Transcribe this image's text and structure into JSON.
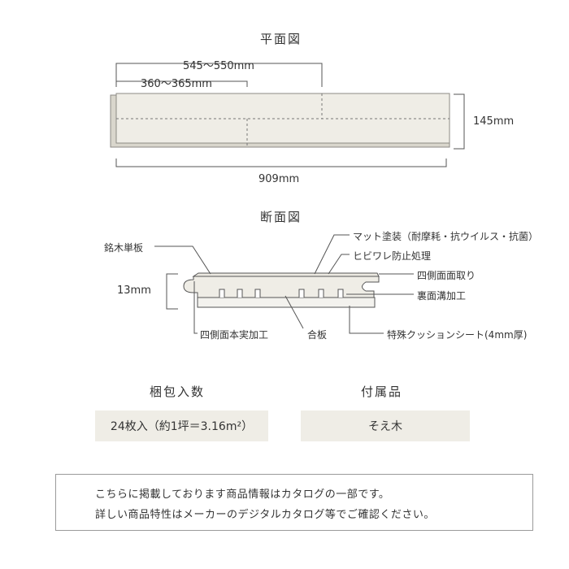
{
  "plan": {
    "title": "平面図",
    "dim_offset": "545〜550mm",
    "dim_short": "360〜365mm",
    "dim_width": "145mm",
    "dim_length": "909mm"
  },
  "section": {
    "title": "断面図",
    "dim_thickness": "13mm",
    "labels": {
      "veneer": "銘木単板",
      "matte": "マット塗装（耐摩耗・抗ウイルス・抗菌）",
      "crack": "ヒビワレ防止処理",
      "chamfer": "四側面面取り",
      "groove": "裏面溝加工",
      "tongue": "四側面本実加工",
      "plywood": "合板",
      "cushion": "特殊クッションシート(4mm厚)"
    }
  },
  "packing": {
    "title": "梱包入数",
    "value": "24枚入（約1坪＝3.16m²）"
  },
  "accessory": {
    "title": "付属品",
    "value": "そえ木"
  },
  "notice": {
    "line1": "こちらに掲載しております商品情報はカタログの一部です。",
    "line2": "詳しい商品特性はメーカーのデジタルカタログ等でご確認ください。"
  }
}
